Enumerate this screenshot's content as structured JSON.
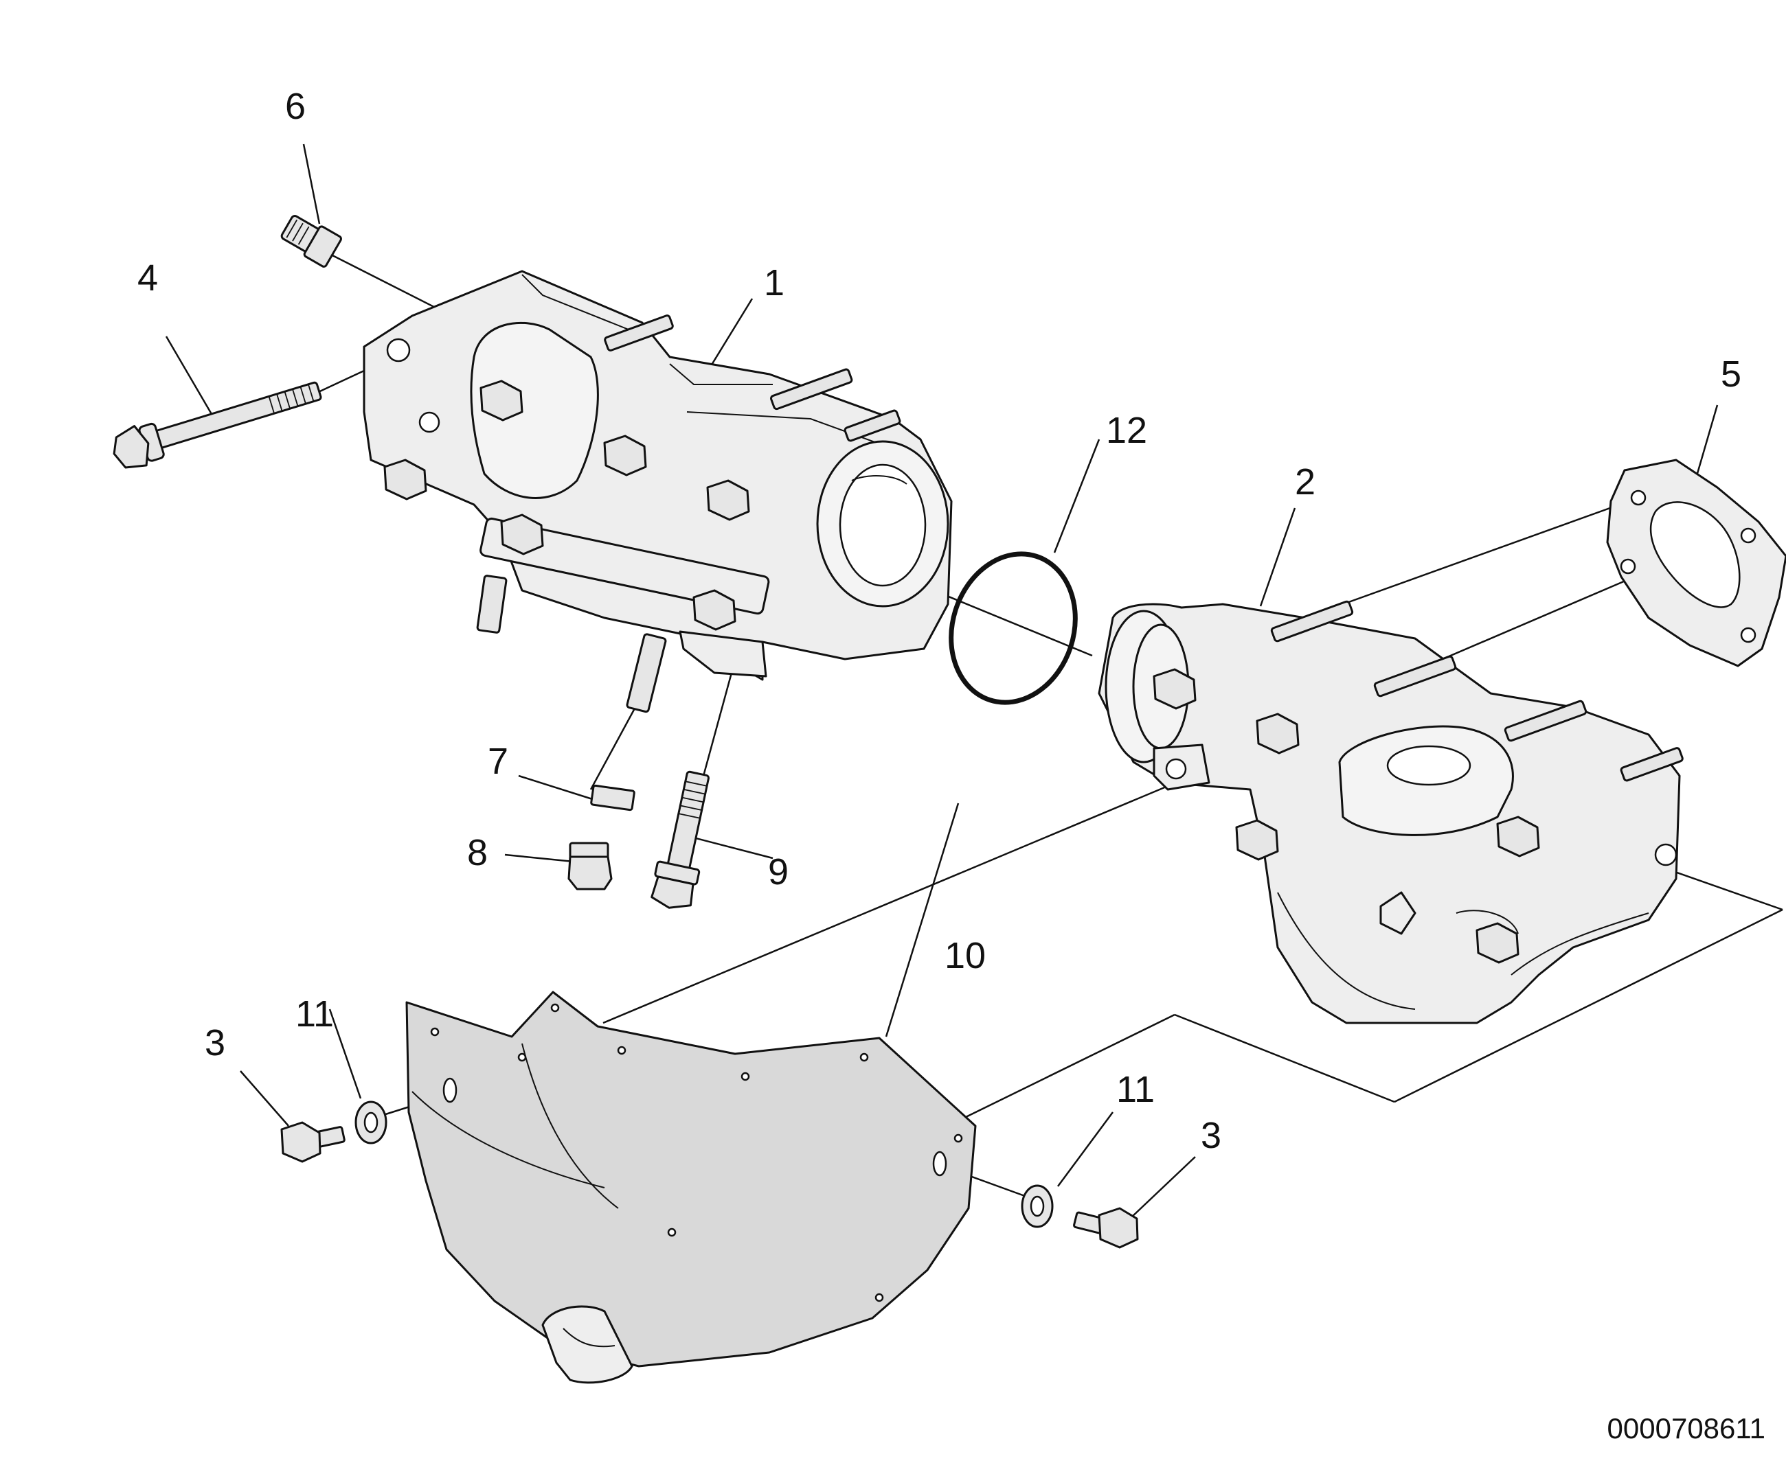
{
  "callouts": {
    "c1": "1",
    "c2": "2",
    "c3a": "3",
    "c3b": "3",
    "c4": "4",
    "c5": "5",
    "c6": "6",
    "c7": "7",
    "c8": "8",
    "c9": "9",
    "c10": "10",
    "c11a": "11",
    "c11b": "11",
    "c12": "12"
  },
  "document_number": "0000708611"
}
